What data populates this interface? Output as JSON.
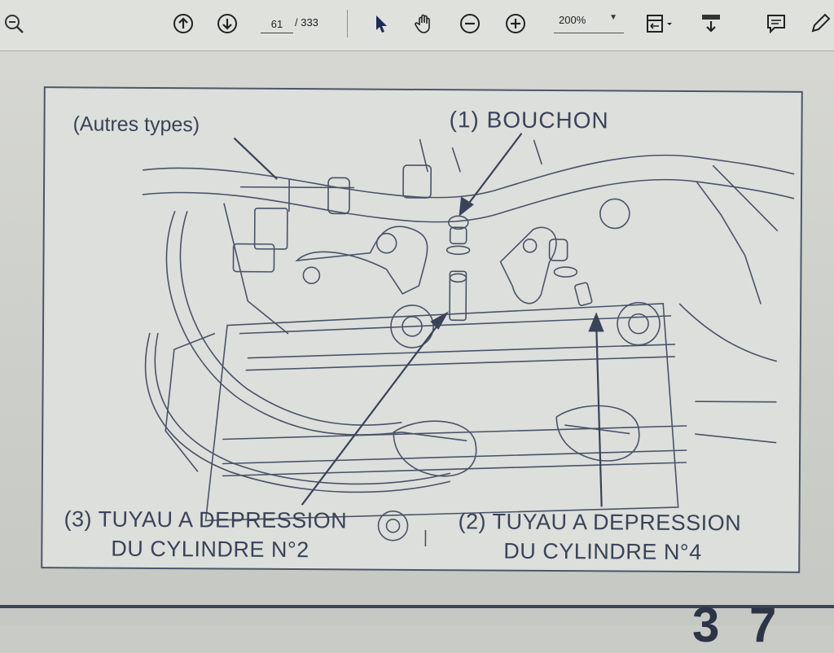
{
  "toolbar": {
    "zoom_out_icon": "zoom-out-icon",
    "prev_page_icon": "arrow-up-circle-icon",
    "next_page_icon": "arrow-down-circle-icon",
    "current_page": "61",
    "total_pages": "/ 333",
    "select_tool_icon": "cursor-arrow-icon",
    "hand_tool_icon": "hand-icon",
    "zoom_minus_icon": "minus-circle-icon",
    "zoom_plus_icon": "plus-circle-icon",
    "zoom_value": "200%",
    "fit_page_icon": "fit-page-icon",
    "scroll_mode_icon": "scroll-mode-icon",
    "comment_icon": "comment-icon",
    "pen_icon": "pen-icon"
  },
  "document": {
    "figure": {
      "label_autres_types": "(Autres types)",
      "label_bouchon": "(1) BOUCHON",
      "label_tuyau3_line1": "(3) TUYAU A DEPRESSION",
      "label_tuyau3_line2": "DU CYLINDRE N°2",
      "label_tuyau2_line1": "(2) TUYAU A DEPRESSION",
      "label_tuyau2_line2": "DU CYLINDRE N°4"
    },
    "page_number_partial": "3 7"
  },
  "colors": {
    "toolbar_bg": "#dfe1dc",
    "page_bg": "#d6d7d2",
    "ink": "#3a4357"
  }
}
